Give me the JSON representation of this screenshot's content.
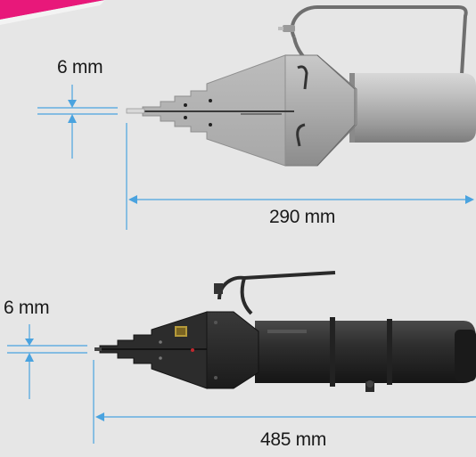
{
  "colors": {
    "background": "#e6e6e6",
    "dimension_line": "#4aa3df",
    "corner_ribbon": "#e8187a",
    "tool_top_body": "#a9a9a9",
    "tool_bottom_body": "#2f2f2f"
  },
  "top_tool": {
    "tip_dimension": "6 mm",
    "length_dimension": "290 mm"
  },
  "bottom_tool": {
    "tip_dimension": "6 mm",
    "length_dimension": "485 mm"
  }
}
